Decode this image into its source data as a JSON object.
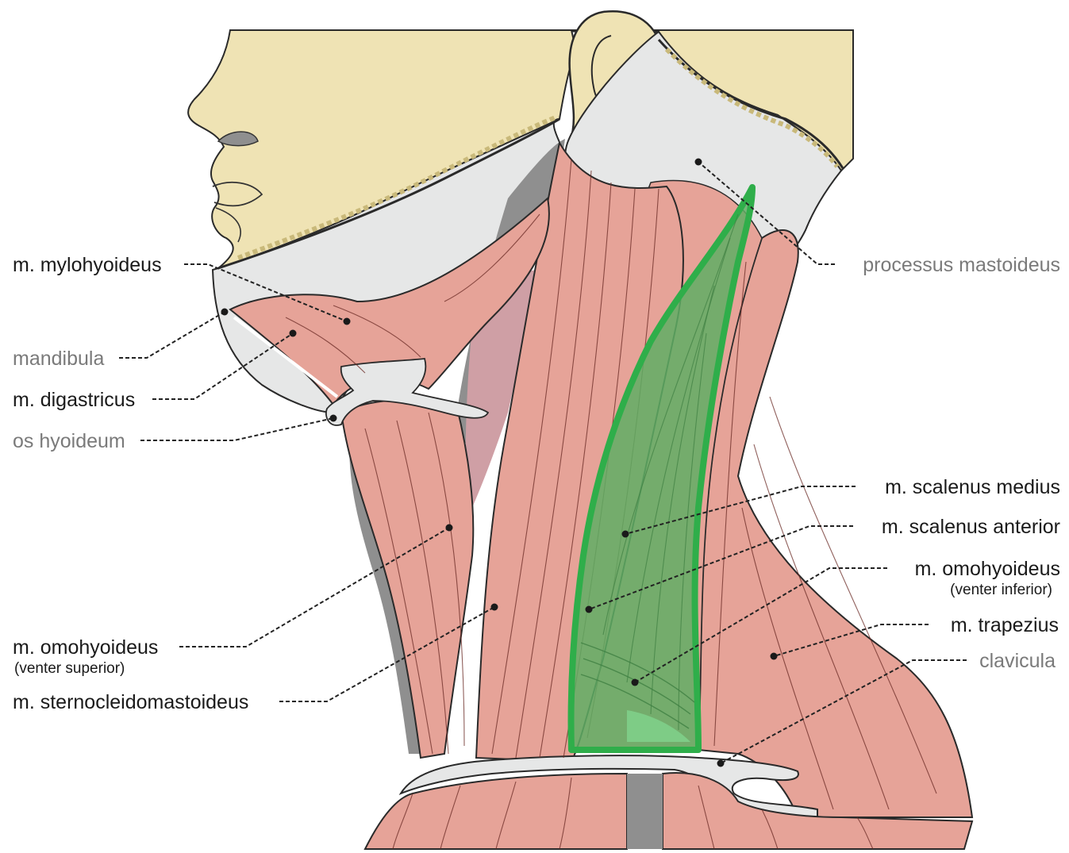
{
  "labels": {
    "mylohyoideus": "m. mylohyoideus",
    "mandibula": "mandibula",
    "digastricus": "m. digastricus",
    "os_hyoideum": "os hyoideum",
    "omohyoideus_sup": "m. omohyoideus",
    "omohyoideus_sup_sub": "(venter superior)",
    "sternocleidomastoideus": "m. sternocleidomastoideus",
    "processus_mastoideus": "processus mastoideus",
    "scalenus_medius": "m. scalenus medius",
    "scalenus_anterior": "m. scalenus anterior",
    "omohyoideus_inf": "m. omohyoideus",
    "omohyoideus_inf_sub": "(venter inferior)",
    "trapezius": "m. trapezius",
    "clavicula": "clavicula"
  },
  "colors": {
    "skin": "#efe3b4",
    "bone": "#e6e7e7",
    "muscle": "#e6a398",
    "muscle_dark": "#d68d84",
    "highlight_fill": "#5fae64",
    "highlight_stroke": "#2fae4a",
    "shadow": "#8f8f8f",
    "pink": "#cf9fa5"
  }
}
